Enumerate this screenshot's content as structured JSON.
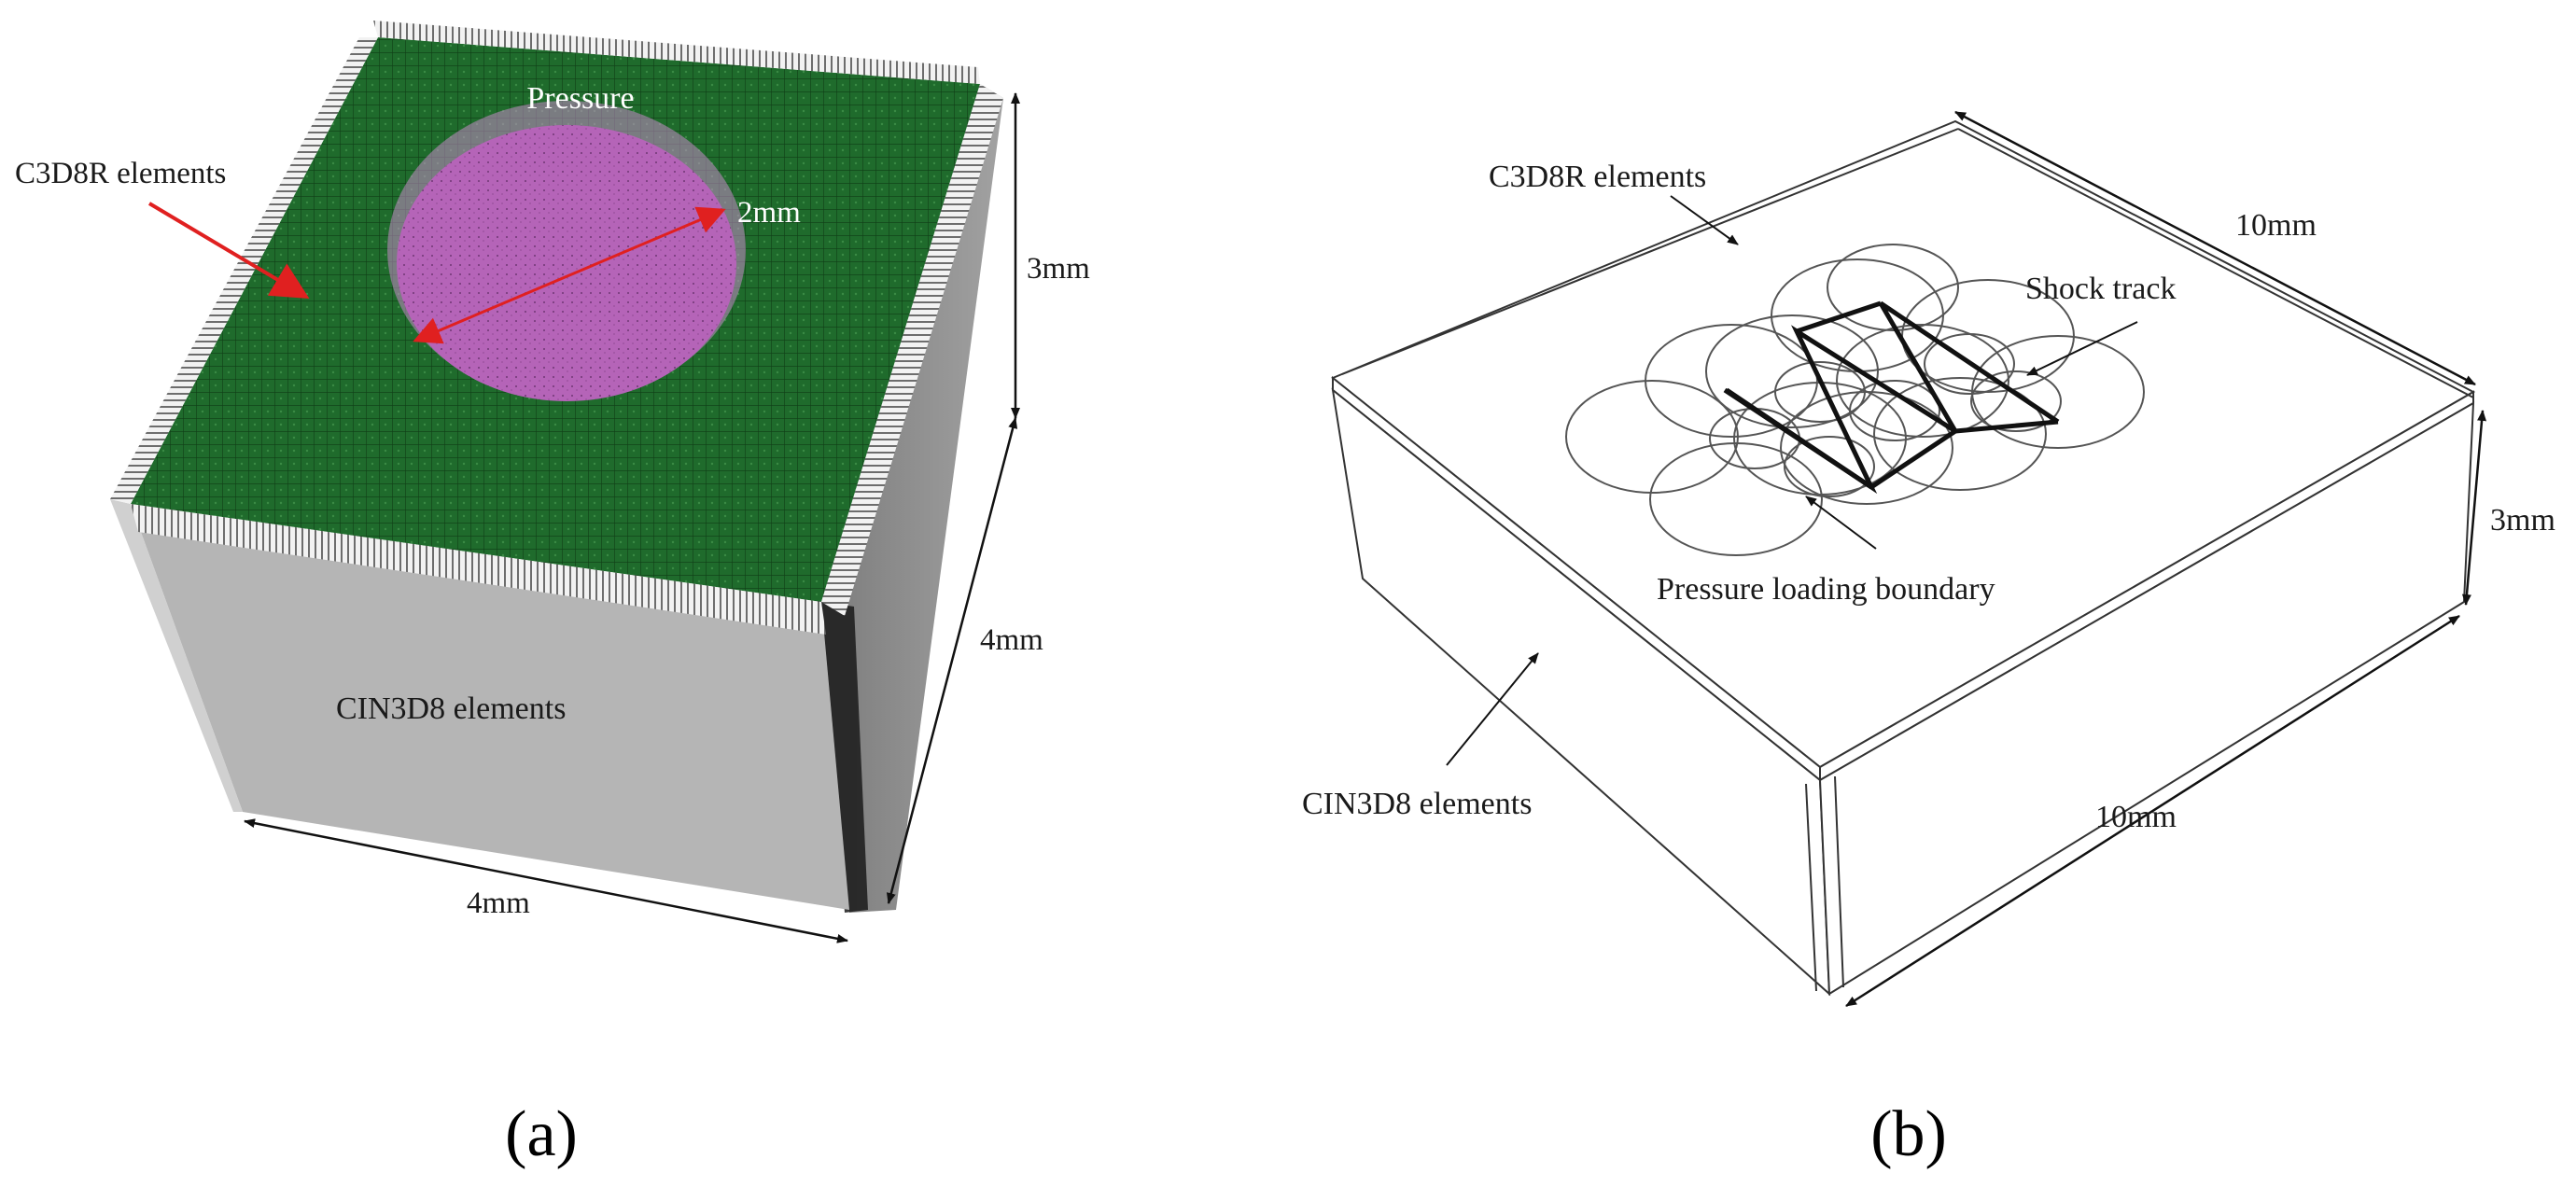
{
  "panel_a": {
    "caption": "(a)",
    "colors": {
      "top_mesh": "#1f6b2c",
      "pressure_zone": "#b564b8",
      "front_face": "#b5b5b5",
      "side_face": "#8f8f8f",
      "arrow": "#e02020"
    },
    "labels": {
      "pressure": "Pressure",
      "top_elements": "C3D8R elements",
      "bottom_elements": "CIN3D8 elements",
      "diameter": "2mm",
      "height": "3mm",
      "depth": "4mm",
      "width": "4mm"
    }
  },
  "panel_b": {
    "caption": "(b)",
    "labels": {
      "top_elements": "C3D8R elements",
      "bottom_elements": "CIN3D8 elements",
      "shock_track": "Shock track",
      "boundary": "Pressure loading boundary",
      "length_back": "10mm",
      "height": "3mm",
      "length_front": "10mm"
    }
  }
}
